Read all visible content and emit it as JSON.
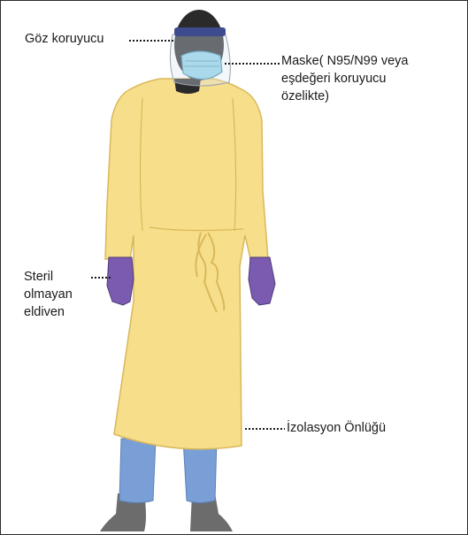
{
  "labels": {
    "eye_protection": "Göz koruyucu",
    "mask": "Maske( N95/N99 veya\neşdeğeri koruyucu\nözelikte)",
    "gloves": "Steril\nolmayan\neldiven",
    "gown": "İzolasyon Önlüğü"
  },
  "colors": {
    "gown": "#f7de8a",
    "gown_outline": "#d9b85a",
    "gloves": "#7b5bb0",
    "mask": "#8fd3e8",
    "face_shield_band": "#3e4b8f",
    "pants": "#7a9fd6",
    "shoes": "#6c6c6c",
    "skin": "#2a2a2a",
    "leader_lines": "#1a1a1a"
  }
}
